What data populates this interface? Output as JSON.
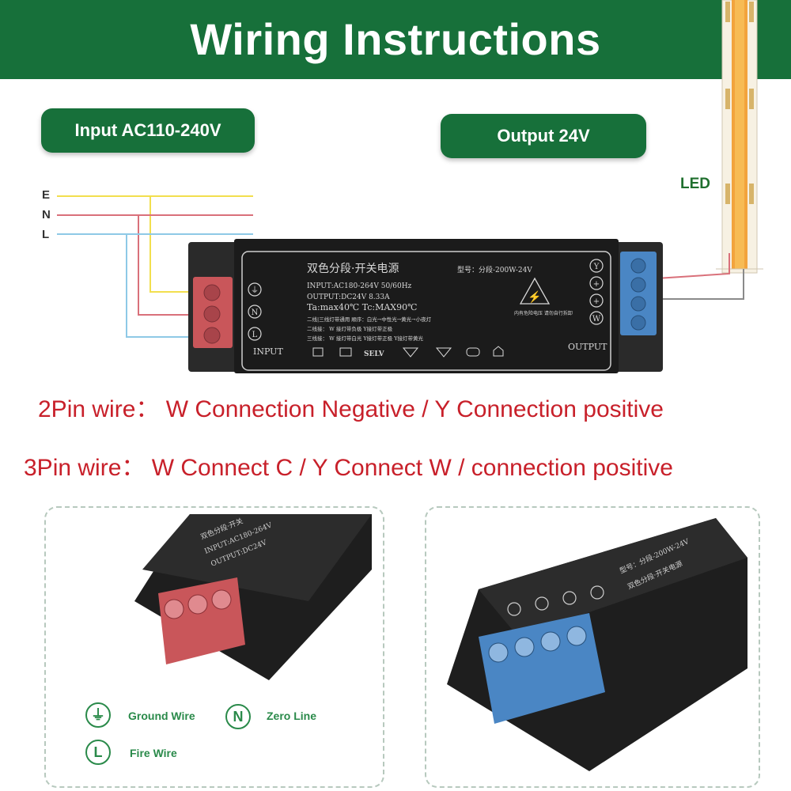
{
  "header": {
    "title": "Wiring Instructions"
  },
  "input_label": "Input AC110-240V",
  "output_label": "Output 24V",
  "led_label": "LED",
  "wires": {
    "earth": "E",
    "neutral": "N",
    "live": "L"
  },
  "wire_colors": {
    "earth": "#f2df4e",
    "neutral": "#d9707a",
    "live": "#8ec9e6"
  },
  "device": {
    "title": "双色分段·开关电源",
    "model": "型号：分段-200W-24V",
    "input_spec": "INPUT:AC180-264V 50/60Hz",
    "output_spec": "OUTPUT:DC24V 8.33A",
    "temp_spec": "Ta:max40℃  Tc:MAX90℃",
    "line1": "二线|三线灯带通用   顺序：白光→中性光→黄光→小夜灯",
    "line2": "二线接：  W 接灯带负极  Y接灯带正极",
    "line3": "三线接：  W 接灯带白光  Y接灯带正极 Y接灯带黄光",
    "warning": "内有危险电压 请勿自行拆卸",
    "selv": "SELV",
    "input_label": "INPUT",
    "output_label": "OUTPUT",
    "output_terminals": [
      "Y",
      "+",
      "+",
      "W"
    ]
  },
  "notes": {
    "line1": "2Pin wire：  W Connection Negative /  Y Connection positive",
    "line2": "3Pin wire：  W Connect C / Y Connect W / connection positive"
  },
  "legend": {
    "ground": "Ground Wire",
    "zero": "Zero Line",
    "fire": "Fire Wire",
    "zero_symbol": "N",
    "fire_symbol": "L"
  },
  "colors": {
    "brand_green": "#17703a",
    "note_red": "#c8202a",
    "terminal_red": "#c9565a",
    "terminal_blue": "#4a86c4"
  }
}
